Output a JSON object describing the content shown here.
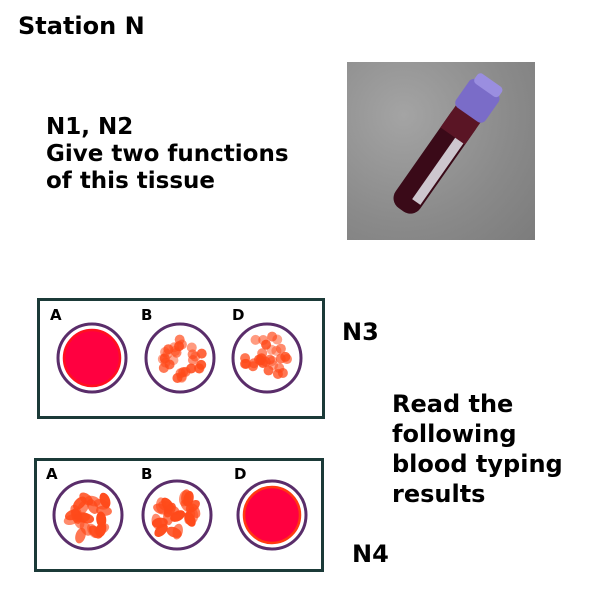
{
  "title": "Station N",
  "question_n1_n2": {
    "label": "N1, N2",
    "line1": "Give two functions",
    "line2": "of this tissue"
  },
  "image": {
    "subject": "blood-collection-tube"
  },
  "n3": {
    "label": "N3",
    "wells": [
      {
        "label": "A",
        "result": "uniform"
      },
      {
        "label": "B",
        "result": "clumped"
      },
      {
        "label": "D",
        "result": "clumped"
      }
    ]
  },
  "n4": {
    "label": "N4",
    "wells": [
      {
        "label": "A",
        "result": "clumped"
      },
      {
        "label": "B",
        "result": "clumped"
      },
      {
        "label": "D",
        "result": "uniform"
      }
    ]
  },
  "instruction": {
    "line1": "Read the",
    "line2": "following",
    "line3": "blood typing",
    "line4": "results"
  },
  "colors": {
    "border": "#1b3a38",
    "well": "#5a2d6a",
    "blood": "#ff0040",
    "cell": "#ff4a1a"
  }
}
